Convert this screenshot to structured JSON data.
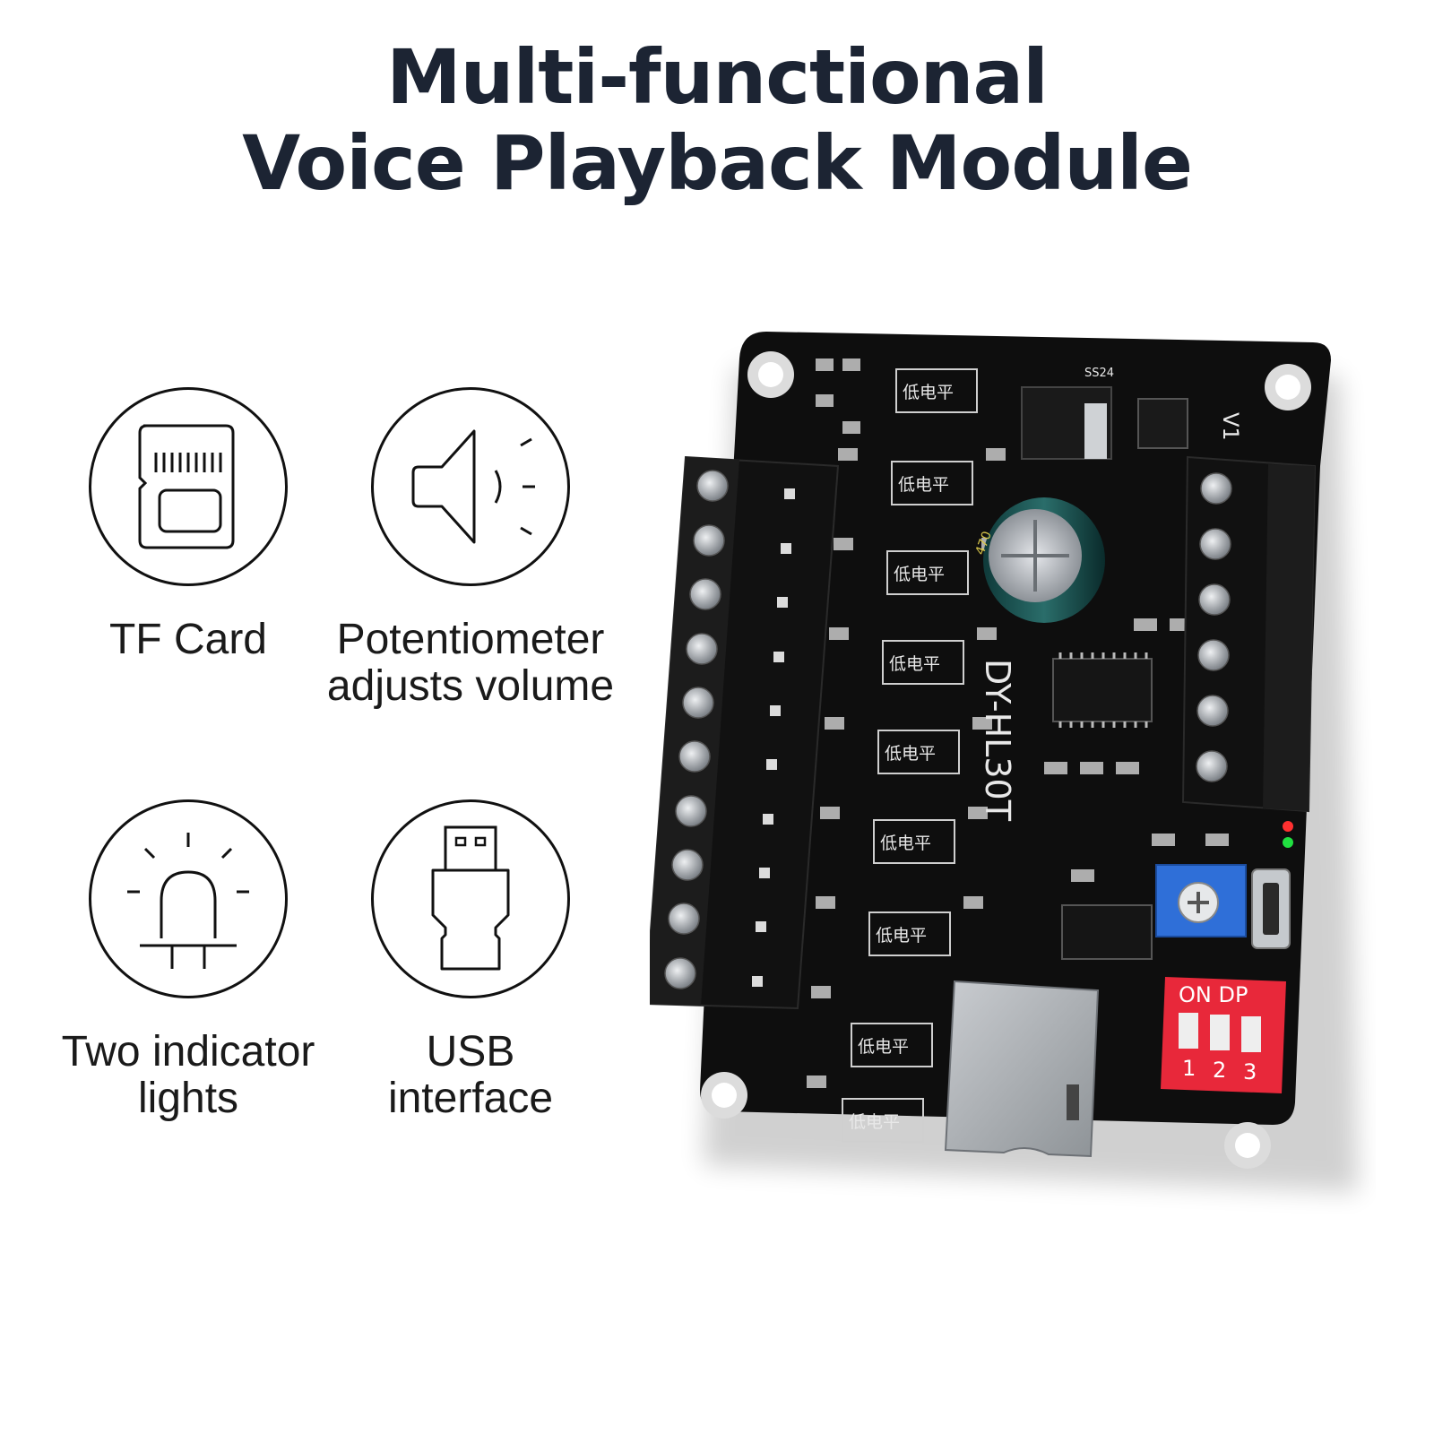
{
  "header": {
    "title_line1": "Multi-functional",
    "title_line2": "Voice Playback Module"
  },
  "features": [
    {
      "icon": "tf-card-icon",
      "label_lines": [
        "TF Card"
      ]
    },
    {
      "icon": "speaker-icon",
      "label_lines": [
        "Potentiometer",
        "adjusts volume"
      ]
    },
    {
      "icon": "indicator-light-icon",
      "label_lines": [
        "Two indicator",
        "lights"
      ]
    },
    {
      "icon": "usb-icon",
      "label_lines": [
        "USB",
        "interface"
      ]
    }
  ],
  "board": {
    "model": "DY-HL30T",
    "version": "V1",
    "chip_label": "低电平",
    "diode_label": "SS24",
    "capacitor_label": "470",
    "dip_switch": {
      "header": "ON DP",
      "positions": [
        "1",
        "2",
        "3"
      ]
    }
  },
  "colors": {
    "title": "#1c2433",
    "pcb": "#0e0e0e",
    "dip_switch": "#e8283a",
    "potentiometer": "#2f6fd8",
    "led_red": "#ff3030",
    "led_green": "#20e040"
  }
}
